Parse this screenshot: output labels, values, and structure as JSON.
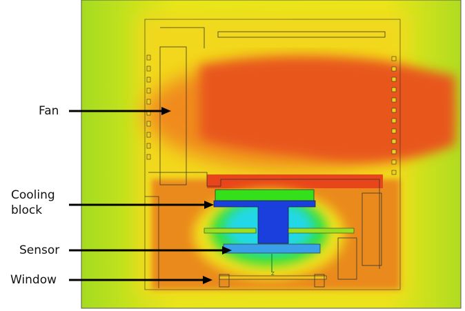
{
  "labels": {
    "fan": "Fan",
    "cooling_block": "Cooling block",
    "sensor": "Sensor",
    "window": "Window"
  },
  "axis_marker": {
    "z": "Z"
  },
  "colors": {
    "hot": "#e8461a",
    "warm": "#f08a1a",
    "mild": "#f2e01a",
    "ambient": "#a6dc20",
    "cool_block": "#33e01a",
    "cold": "#1a3fdc",
    "sensor": "#3aa0e8"
  }
}
